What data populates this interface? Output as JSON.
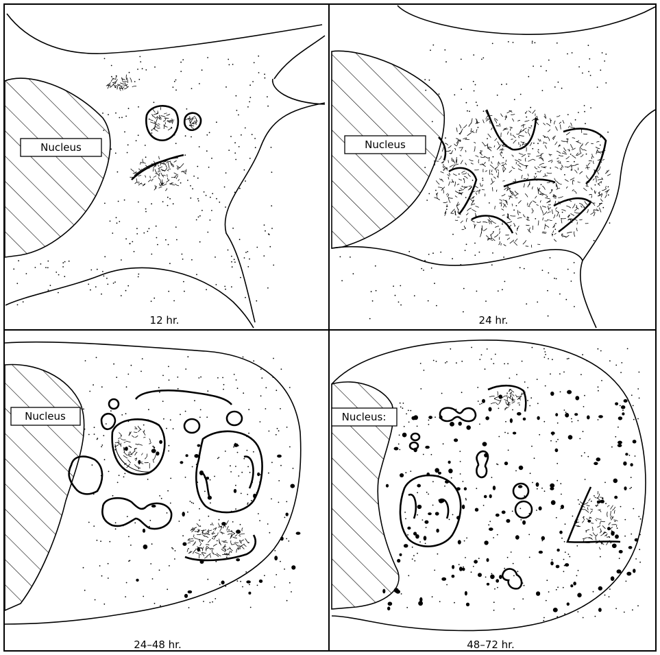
{
  "panels": [
    {
      "id": "p1",
      "nucleus_label": "Nucleus",
      "caption": "12 hr."
    },
    {
      "id": "p2",
      "nucleus_label": "Nucleus",
      "caption": "24 hr."
    },
    {
      "id": "p3",
      "nucleus_label": "Nucleus",
      "caption": "24–48 hr."
    },
    {
      "id": "p4",
      "nucleus_label": "Nucleus:",
      "caption": "48–72 hr."
    }
  ]
}
